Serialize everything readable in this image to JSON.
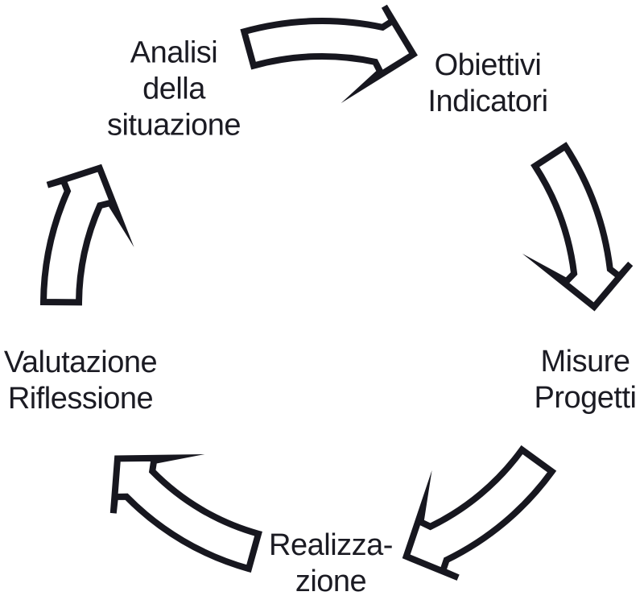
{
  "diagram": {
    "type": "cycle",
    "direction": "clockwise",
    "stages": [
      {
        "id": "analisi",
        "label": "Analisi\ndella\nsituazione"
      },
      {
        "id": "obiettivi",
        "label": "Obiettivi\nIndicatori"
      },
      {
        "id": "misure",
        "label": "Misure\nProgetti"
      },
      {
        "id": "realizzazione",
        "label": "Realizza-\nzione"
      },
      {
        "id": "valutazione",
        "label": "Valutazione\nRiflessione"
      }
    ],
    "arrows": [
      {
        "from": "analisi",
        "to": "obiettivi"
      },
      {
        "from": "obiettivi",
        "to": "misure"
      },
      {
        "from": "misure",
        "to": "realizzazione"
      },
      {
        "from": "realizzazione",
        "to": "valutazione"
      },
      {
        "from": "valutazione",
        "to": "analisi"
      }
    ],
    "colors": {
      "text": "#1b1b23",
      "arrow_outline": "#17171f",
      "arrow_fill": "#ffffff",
      "background": "#ffffff"
    }
  }
}
